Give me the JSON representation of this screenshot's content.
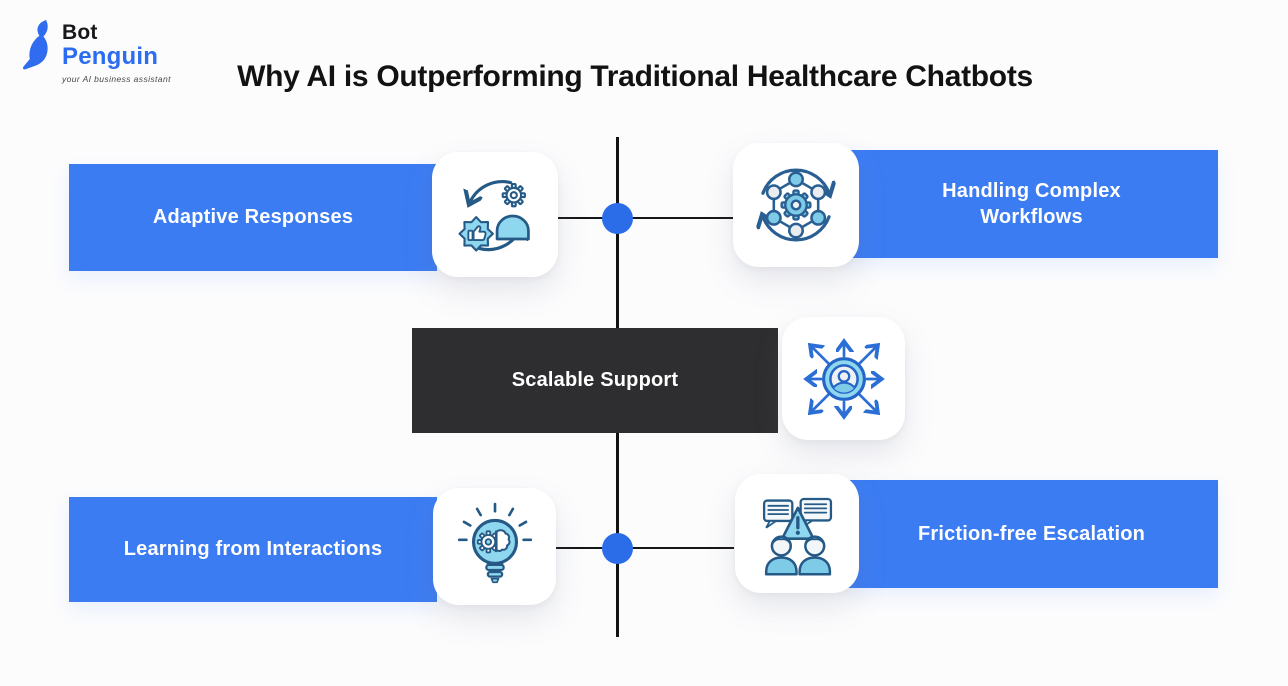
{
  "logo": {
    "name_top": "Bot",
    "name_bottom": "Penguin",
    "tagline": "your AI business assistant",
    "brand_blue": "#2b6cf0"
  },
  "title": "Why AI is Outperforming Traditional Healthcare Chatbots",
  "colors": {
    "accent_blue": "#3c7cf3",
    "node_blue": "#2b6de8",
    "dark_box": "#2e2e30",
    "connector_black": "#161616",
    "card_white": "#ffffff",
    "icon_outline_navy": "#265a86",
    "icon_fill_sky": "#8fd7ef",
    "icon_fill_pale": "#e9edf0",
    "icon_arrow_blue": "#2b6fd6"
  },
  "diagram": {
    "items": [
      {
        "id": "adaptive",
        "label": "Adaptive Responses",
        "icon": "sync-gear-user-icon",
        "side": "left",
        "style": "blue"
      },
      {
        "id": "workflows",
        "label": "Handling Complex Workflows",
        "icon": "workflow-network-icon",
        "side": "right",
        "style": "blue"
      },
      {
        "id": "scalable",
        "label": "Scalable Support",
        "icon": "scale-out-user-icon",
        "side": "center",
        "style": "dark"
      },
      {
        "id": "learning",
        "label": "Learning from Interactions",
        "icon": "lightbulb-brain-gear-icon",
        "side": "left",
        "style": "blue"
      },
      {
        "id": "escalation",
        "label": "Friction-free Escalation",
        "icon": "people-chat-alert-icon",
        "side": "right",
        "style": "blue"
      }
    ]
  }
}
